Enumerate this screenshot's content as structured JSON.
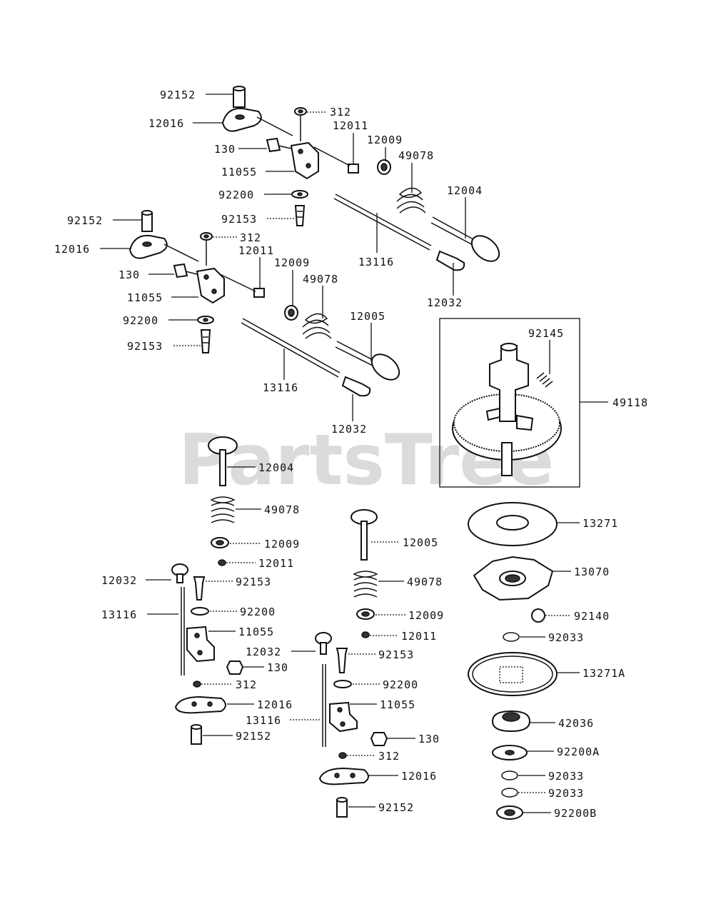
{
  "watermark": "PartsTree",
  "assembly_box_label": "49118",
  "callouts": [
    {
      "id": "c01",
      "text": "92152"
    },
    {
      "id": "c02",
      "text": "12016"
    },
    {
      "id": "c03",
      "text": "312"
    },
    {
      "id": "c04",
      "text": "12011"
    },
    {
      "id": "c05",
      "text": "130"
    },
    {
      "id": "c06",
      "text": "12009"
    },
    {
      "id": "c07",
      "text": "49078"
    },
    {
      "id": "c08",
      "text": "11055"
    },
    {
      "id": "c09",
      "text": "12004"
    },
    {
      "id": "c10",
      "text": "92200"
    },
    {
      "id": "c11",
      "text": "92153"
    },
    {
      "id": "c12",
      "text": "13116"
    },
    {
      "id": "c13",
      "text": "12032"
    },
    {
      "id": "c14",
      "text": "92152"
    },
    {
      "id": "c15",
      "text": "12016"
    },
    {
      "id": "c16",
      "text": "312"
    },
    {
      "id": "c17",
      "text": "12011"
    },
    {
      "id": "c18",
      "text": "130"
    },
    {
      "id": "c19",
      "text": "12009"
    },
    {
      "id": "c20",
      "text": "49078"
    },
    {
      "id": "c21",
      "text": "11055"
    },
    {
      "id": "c22",
      "text": "12005"
    },
    {
      "id": "c23",
      "text": "92200"
    },
    {
      "id": "c24",
      "text": "92153"
    },
    {
      "id": "c25",
      "text": "13116"
    },
    {
      "id": "c26",
      "text": "12032"
    },
    {
      "id": "c27",
      "text": "92145"
    },
    {
      "id": "c28",
      "text": "12004"
    },
    {
      "id": "c29",
      "text": "49078"
    },
    {
      "id": "c30",
      "text": "12009"
    },
    {
      "id": "c31",
      "text": "12011"
    },
    {
      "id": "c32",
      "text": "12032"
    },
    {
      "id": "c33",
      "text": "92153"
    },
    {
      "id": "c34",
      "text": "13116"
    },
    {
      "id": "c35",
      "text": "92200"
    },
    {
      "id": "c36",
      "text": "11055"
    },
    {
      "id": "c37",
      "text": "130"
    },
    {
      "id": "c38",
      "text": "312"
    },
    {
      "id": "c39",
      "text": "12016"
    },
    {
      "id": "c40",
      "text": "92152"
    },
    {
      "id": "c41",
      "text": "12005"
    },
    {
      "id": "c42",
      "text": "49078"
    },
    {
      "id": "c43",
      "text": "12009"
    },
    {
      "id": "c44",
      "text": "12011"
    },
    {
      "id": "c45",
      "text": "12032"
    },
    {
      "id": "c46",
      "text": "92153"
    },
    {
      "id": "c47",
      "text": "92200"
    },
    {
      "id": "c48",
      "text": "11055"
    },
    {
      "id": "c49",
      "text": "13116"
    },
    {
      "id": "c50",
      "text": "130"
    },
    {
      "id": "c51",
      "text": "312"
    },
    {
      "id": "c52",
      "text": "12016"
    },
    {
      "id": "c53",
      "text": "92152"
    },
    {
      "id": "c54",
      "text": "13271"
    },
    {
      "id": "c55",
      "text": "13070"
    },
    {
      "id": "c56",
      "text": "92140"
    },
    {
      "id": "c57",
      "text": "92033"
    },
    {
      "id": "c58",
      "text": "13271A"
    },
    {
      "id": "c59",
      "text": "42036"
    },
    {
      "id": "c60",
      "text": "92200A"
    },
    {
      "id": "c61",
      "text": "92033"
    },
    {
      "id": "c62",
      "text": "92033"
    },
    {
      "id": "c63",
      "text": "92200B"
    }
  ]
}
